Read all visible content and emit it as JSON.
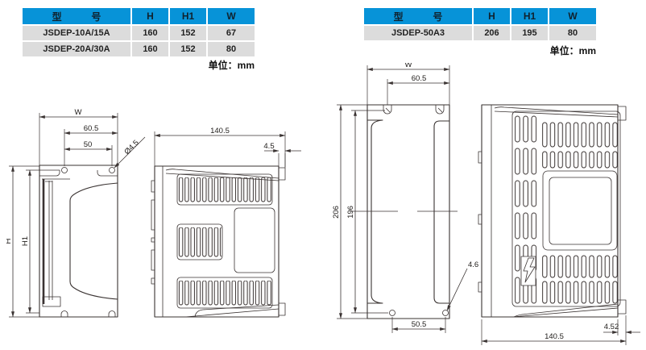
{
  "colors": {
    "accent": "#0793d8",
    "row_bg": "#dcdcdc",
    "line": "#3a3332"
  },
  "tables": {
    "left": {
      "headers": {
        "model": [
          "型",
          "号"
        ],
        "cols": [
          "H",
          "H1",
          "W"
        ]
      },
      "rows": [
        [
          "JSDEP-10A/15A",
          "160",
          "152",
          "67"
        ],
        [
          "JSDEP-20A/30A",
          "160",
          "152",
          "80"
        ]
      ],
      "unit": "单位：mm"
    },
    "right": {
      "headers": {
        "model": [
          "型",
          "号"
        ],
        "cols": [
          "H",
          "H1",
          "W"
        ]
      },
      "rows": [
        [
          "JSDEP-50A3",
          "206",
          "195",
          "80"
        ]
      ],
      "unit": "单位：mm"
    }
  },
  "left_drawing": {
    "front": {
      "w": "W",
      "d605": "60.5",
      "d50": "50",
      "hole": "Ø4.5",
      "h": "H",
      "h1": "H1"
    },
    "side": {
      "d1405": "140.5",
      "d45": "4.5"
    }
  },
  "right_drawing": {
    "front": {
      "w": "W",
      "d605": "60.5",
      "d206": "206",
      "d196": "196",
      "d505": "50.5",
      "hole": "4.6"
    },
    "side": {
      "d1405": "140.5",
      "d452": "4.52"
    }
  }
}
